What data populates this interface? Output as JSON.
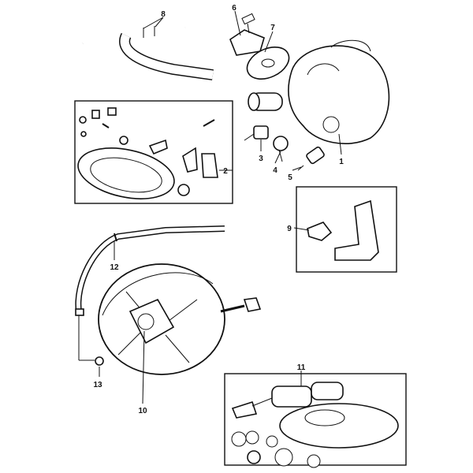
{
  "diagram": {
    "type": "exploded parts diagram",
    "callouts": [
      {
        "id": "label-1",
        "text": "1"
      },
      {
        "id": "label-2",
        "text": "2"
      },
      {
        "id": "label-3",
        "text": "3"
      },
      {
        "id": "label-4",
        "text": "4"
      },
      {
        "id": "label-5",
        "text": "5"
      },
      {
        "id": "label-6",
        "text": "6"
      },
      {
        "id": "label-7",
        "text": "7"
      },
      {
        "id": "label-8",
        "text": "8"
      },
      {
        "id": "label-9",
        "text": "9"
      },
      {
        "id": "label-10",
        "text": "10"
      },
      {
        "id": "label-11",
        "text": "11"
      },
      {
        "id": "label-12",
        "text": "12"
      },
      {
        "id": "label-13",
        "text": "13"
      }
    ]
  }
}
